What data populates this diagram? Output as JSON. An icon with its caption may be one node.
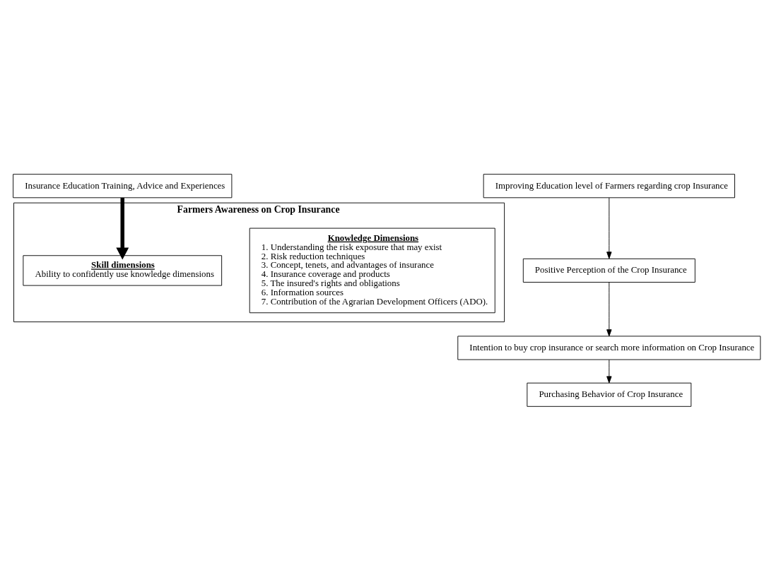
{
  "diagram": {
    "nodes": [
      {
        "text": [
          "Farmers Awareness on Crop Insurance"
        ]
      },
      {
        "text": [
          "Knowledge Dimensions",
          "1. Understanding the risk exposure that may exist",
          "2. Risk reduction techniques",
          "3. Concept, tenets, and advantages of insurance",
          "4. Insurance coverage and products",
          "5. The insured's rights and obligations",
          "6. Information sources",
          "7. Contribution of the Agrarian Development Officers (ADO)."
        ],
        "in": 0
      },
      {
        "text": [
          "Skill dimensions",
          "Ability to confidently use knowledge dimensions"
        ],
        "in": 0
      },
      {
        "text": [
          "Insurance Education Training, Advice and Experiences"
        ]
      },
      {
        "text": [
          "Improving Education level of Farmers regarding crop Insurance"
        ]
      },
      {
        "text": [
          "Positive Perception of the Crop Insurance"
        ]
      },
      {
        "text": [
          "Intention to buy crop insurance or search more information on Crop Insurance"
        ]
      },
      {
        "text": [
          "Purchasing Behavior of Crop Insurance"
        ]
      }
    ],
    "edges": [
      {
        "from": 3,
        "to": 2,
        "arrow": "to",
        "style": "thick"
      },
      {
        "from": 4,
        "to": 5,
        "arrow": "to"
      },
      {
        "from": 5,
        "to": 6,
        "arrow": "to"
      },
      {
        "from": 6,
        "to": 7,
        "arrow": "to"
      }
    ]
  }
}
